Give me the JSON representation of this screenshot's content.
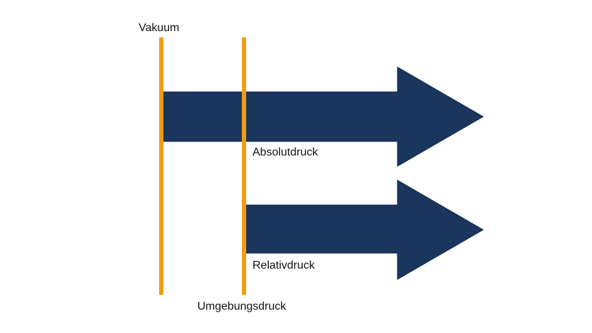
{
  "labels": {
    "vacuum": "Vakuum",
    "absolute": "Absolutdruck",
    "relative": "Relativdruck",
    "ambient": "Umgebungsdruck"
  },
  "colors": {
    "arrow": "#1b365d",
    "line": "#f39c12"
  }
}
